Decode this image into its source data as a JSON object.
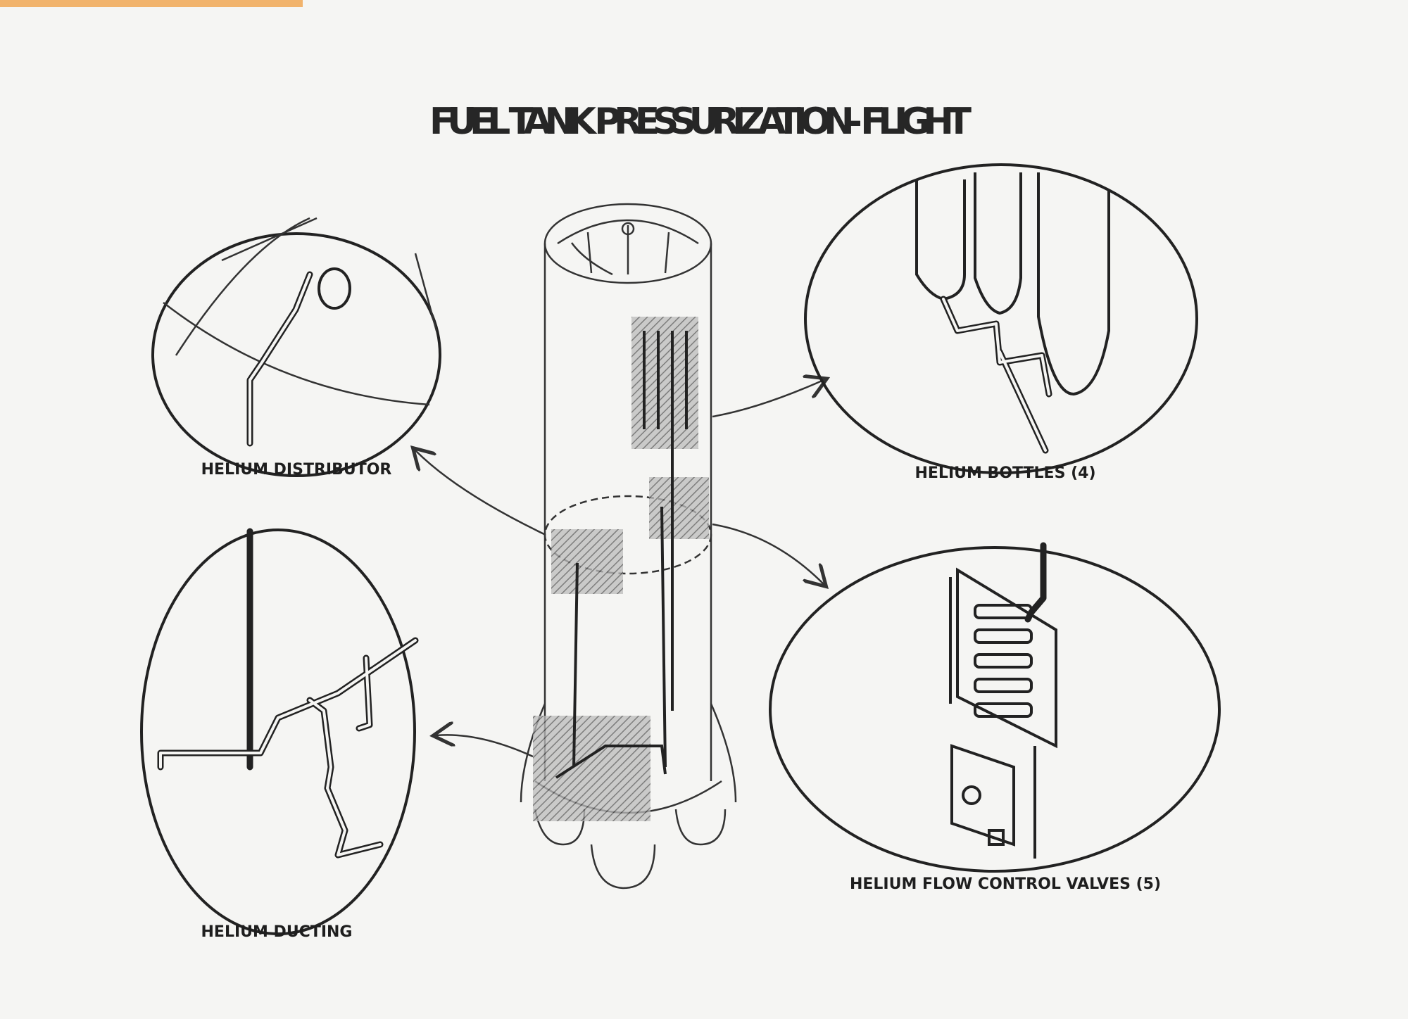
{
  "title": "FUEL TANK PRESSURIZATION- FLIGHT",
  "callouts": {
    "distributor": "HELIUM DISTRIBUTOR",
    "bottles": "HELIUM BOTTLES (4)",
    "ducting": "HELIUM DUCTING",
    "valves": "HELIUM FLOW CONTROL VALVES (5)"
  }
}
